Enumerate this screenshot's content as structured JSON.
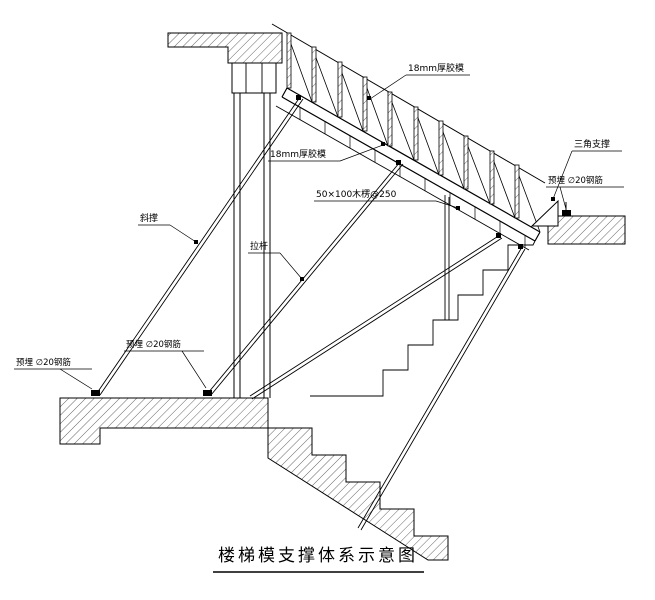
{
  "colors": {
    "ink": "#000000",
    "paper": "#ffffff"
  },
  "labels": {
    "plywood_top": "18mm厚胶模",
    "plywood_mid": "18mm厚胶模",
    "wood_joist": "50×100木楞@250",
    "triangle_support": "三角支撑",
    "embed_rebar_right": "预埋 ∅20钢筋",
    "diagonal_brace": "斜撑",
    "tie_rod": "拉杆",
    "embed_rebar_left": "预埋 ∅20钢筋",
    "embed_rebar_mid": "预埋 ∅20钢筋"
  },
  "title": "楼梯模支撑体系示意图"
}
